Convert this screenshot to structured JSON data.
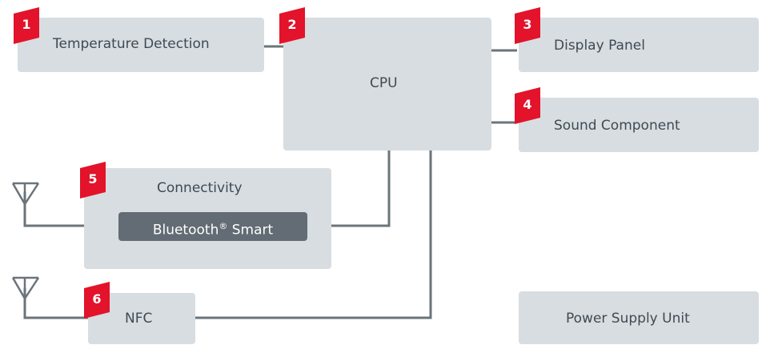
{
  "colors": {
    "box": "#d8dde1",
    "badge": "#e2132a",
    "line": "#6b747a",
    "chip": "#636c74"
  },
  "blocks": {
    "temperature": {
      "number": "1",
      "label": "Temperature Detection"
    },
    "cpu": {
      "number": "2",
      "label": "CPU"
    },
    "display": {
      "number": "3",
      "label": "Display Panel"
    },
    "sound": {
      "number": "4",
      "label": "Sound Component"
    },
    "connectivity": {
      "number": "5",
      "label": "Connectivity",
      "chip": "Bluetooth",
      "chip_mark": "®",
      "chip_suffix": " Smart"
    },
    "nfc": {
      "number": "6",
      "label": "NFC"
    },
    "power": {
      "label": "Power Supply Unit"
    }
  },
  "icons": [
    "antenna-icon",
    "antenna-icon"
  ]
}
